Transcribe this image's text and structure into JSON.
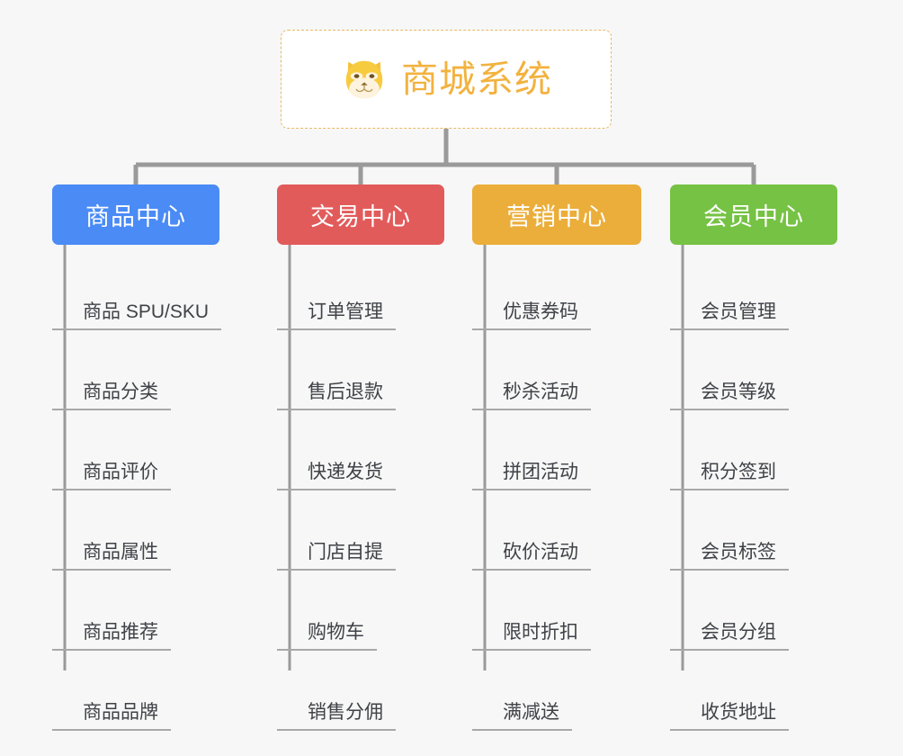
{
  "page": {
    "background_color": "#f7f7f7",
    "type": "org-chart"
  },
  "root": {
    "title": "商城系统",
    "icon": "shiba-dog-icon",
    "text_color": "#f2b23e",
    "border_color": "#e8b962",
    "background_color": "#ffffff"
  },
  "connector_color": "#9a9a9a",
  "columns": [
    {
      "title": "商品中心",
      "color": "#4a8bf5",
      "items": [
        "商品 SPU/SKU",
        "商品分类",
        "商品评价",
        "商品属性",
        "商品推荐",
        "商品品牌"
      ]
    },
    {
      "title": "交易中心",
      "color": "#e25b5b",
      "items": [
        "订单管理",
        "售后退款",
        "快递发货",
        "门店自提",
        "购物车",
        "销售分佣"
      ]
    },
    {
      "title": "营销中心",
      "color": "#ebae3a",
      "items": [
        "优惠券码",
        "秒杀活动",
        "拼团活动",
        "砍价活动",
        "限时折扣",
        "满减送"
      ]
    },
    {
      "title": "会员中心",
      "color": "#76c244",
      "items": [
        "会员管理",
        "会员等级",
        "积分签到",
        "会员标签",
        "会员分组",
        "收货地址"
      ]
    }
  ]
}
